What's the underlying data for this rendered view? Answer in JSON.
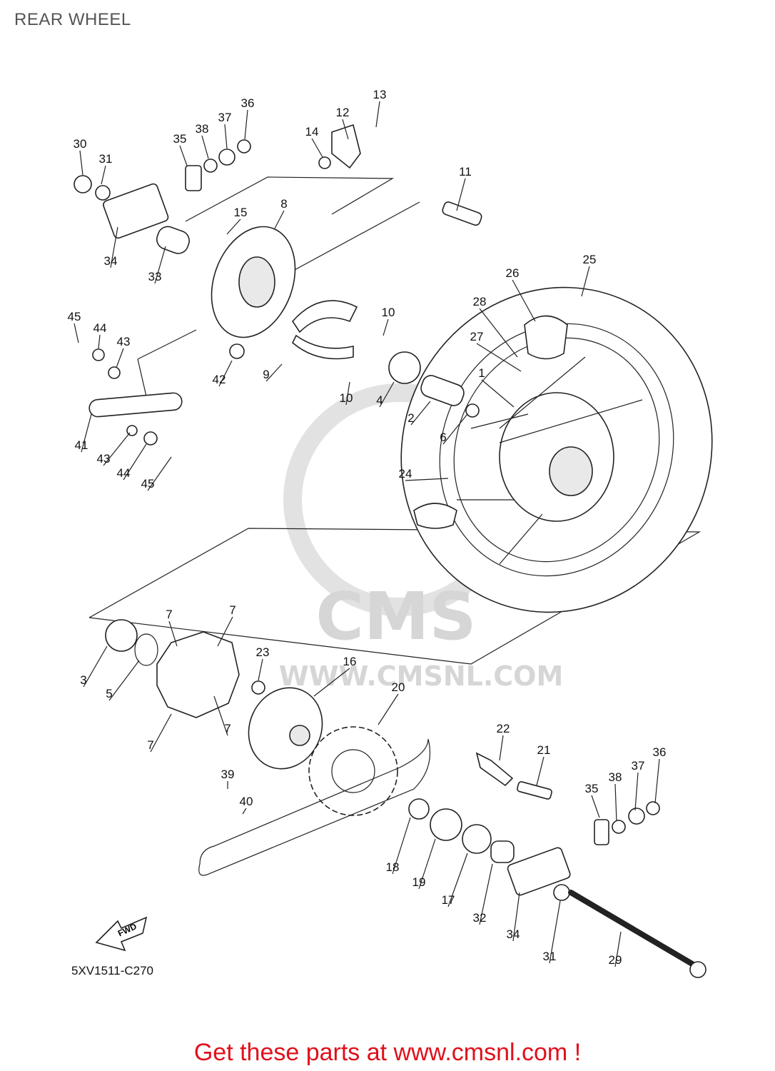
{
  "header": {
    "title": "REAR WHEEL"
  },
  "diagram": {
    "code": "5XV1511-C270",
    "fwd_label": "FWD",
    "watermark": {
      "logo": "CMS",
      "url": "WWW.CMSNL.COM"
    },
    "callouts": [
      {
        "id": "c30",
        "text": "30"
      },
      {
        "id": "c31a",
        "text": "31"
      },
      {
        "id": "c35a",
        "text": "35"
      },
      {
        "id": "c38a",
        "text": "38"
      },
      {
        "id": "c37a",
        "text": "37"
      },
      {
        "id": "c36a",
        "text": "36"
      },
      {
        "id": "c14",
        "text": "14"
      },
      {
        "id": "c12",
        "text": "12"
      },
      {
        "id": "c13",
        "text": "13"
      },
      {
        "id": "c11",
        "text": "11"
      },
      {
        "id": "c15",
        "text": "15"
      },
      {
        "id": "c8",
        "text": "8"
      },
      {
        "id": "c34a",
        "text": "34"
      },
      {
        "id": "c33",
        "text": "33"
      },
      {
        "id": "c26",
        "text": "26"
      },
      {
        "id": "c25",
        "text": "25"
      },
      {
        "id": "c28",
        "text": "28"
      },
      {
        "id": "c27",
        "text": "27"
      },
      {
        "id": "c45a",
        "text": "45"
      },
      {
        "id": "c44a",
        "text": "44"
      },
      {
        "id": "c43a",
        "text": "43"
      },
      {
        "id": "c10a",
        "text": "10"
      },
      {
        "id": "c9",
        "text": "9"
      },
      {
        "id": "c42",
        "text": "42"
      },
      {
        "id": "c10b",
        "text": "10"
      },
      {
        "id": "c4",
        "text": "4"
      },
      {
        "id": "c1",
        "text": "1"
      },
      {
        "id": "c2",
        "text": "2"
      },
      {
        "id": "c6",
        "text": "6"
      },
      {
        "id": "c41",
        "text": "41"
      },
      {
        "id": "c43b",
        "text": "43"
      },
      {
        "id": "c44b",
        "text": "44"
      },
      {
        "id": "c45b",
        "text": "45"
      },
      {
        "id": "c24",
        "text": "24"
      },
      {
        "id": "c7a",
        "text": "7"
      },
      {
        "id": "c7b",
        "text": "7"
      },
      {
        "id": "c3",
        "text": "3"
      },
      {
        "id": "c5",
        "text": "5"
      },
      {
        "id": "c23",
        "text": "23"
      },
      {
        "id": "c16",
        "text": "16"
      },
      {
        "id": "c20",
        "text": "20"
      },
      {
        "id": "c7c",
        "text": "7"
      },
      {
        "id": "c7d",
        "text": "7"
      },
      {
        "id": "c22",
        "text": "22"
      },
      {
        "id": "c21",
        "text": "21"
      },
      {
        "id": "c36b",
        "text": "36"
      },
      {
        "id": "c37b",
        "text": "37"
      },
      {
        "id": "c38b",
        "text": "38"
      },
      {
        "id": "c35b",
        "text": "35"
      },
      {
        "id": "c39",
        "text": "39"
      },
      {
        "id": "c40",
        "text": "40"
      },
      {
        "id": "c18",
        "text": "18"
      },
      {
        "id": "c19",
        "text": "19"
      },
      {
        "id": "c17",
        "text": "17"
      },
      {
        "id": "c32",
        "text": "32"
      },
      {
        "id": "c34b",
        "text": "34"
      },
      {
        "id": "c31b",
        "text": "31"
      },
      {
        "id": "c29",
        "text": "29"
      }
    ]
  },
  "footer": {
    "text": "Get these parts at www.cmsnl.com !"
  }
}
